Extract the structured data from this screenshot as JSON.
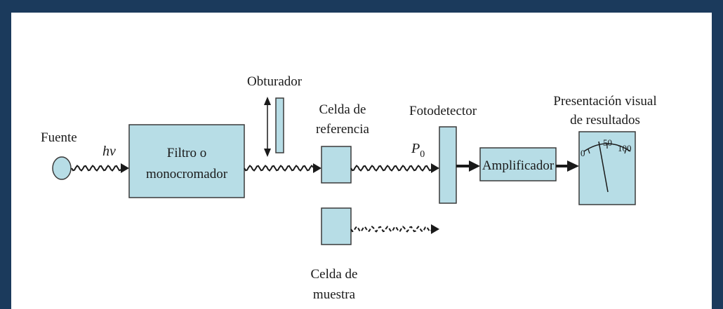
{
  "colors": {
    "frame": "#1b3a5c",
    "box_fill": "#b7dde6",
    "box_stroke": "#3a3a3a",
    "wave": "#1a1a1a"
  },
  "labels": {
    "source": "Fuente",
    "photon": "hν",
    "filter_line1": "Filtro o",
    "filter_line2": "monocromador",
    "shutter": "Obturador",
    "ref_cell_line1": "Celda de",
    "ref_cell_line2": "referencia",
    "power": "P",
    "power_sub": "0",
    "photodetector": "Fotodetector",
    "display_line1": "Presentación visual",
    "display_line2": "de resultados",
    "amplifier": "Amplificador",
    "sample_cell_line1": "Celda de",
    "sample_cell_line2": "muestra"
  },
  "meter": {
    "scale_min": "0",
    "scale_mid": "50",
    "scale_max": "100"
  }
}
